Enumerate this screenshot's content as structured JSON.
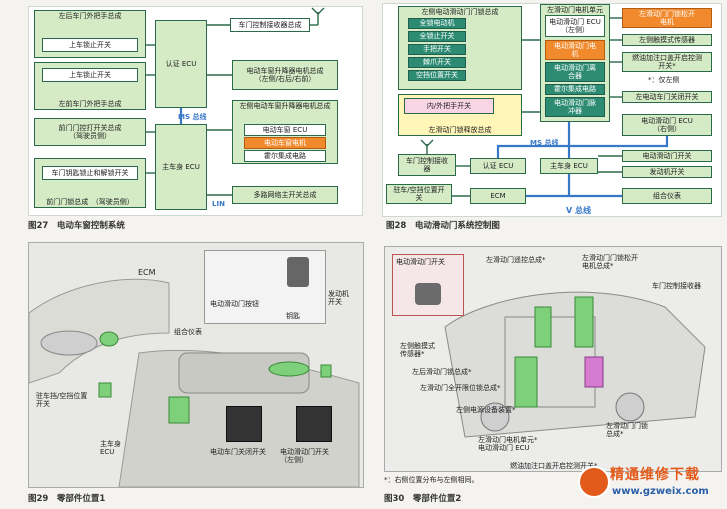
{
  "fig27": {
    "caption": "图27　电动车窗控制系统",
    "boxes": {
      "rr_outer_handle": "左后车门外把手总成",
      "rr_up_switch": "上车锁止开关",
      "lr_up_switch": "上车锁止开关",
      "lr_outer_handle": "左前车门外把手总成",
      "antenna_box": "车门控制接收器总成",
      "auth_ecu": "认证 ECU",
      "window_motor_right": "电动车窗升降器电机总成\n（左侧/右后/右前）",
      "window_motor_left_title": "左侧电动车窗升降器电机总成",
      "main_body_ecu": "主车身 ECU",
      "window_ecu": "电动车窗 ECU",
      "window_motor": "电动车窗电机",
      "hall_circuit": "霍尔集成电路",
      "master_switch_title": "前门门控打开关总成\n（驾驶员侧）",
      "lock_unlock_switch": "车门钥匙锁止和解锁开关",
      "door_lock_title": "前门门锁总成　（驾驶员侧）",
      "multiplex_switch": "多路网络主开关总成"
    },
    "bus_ms": "MS 总线",
    "bus_lin": "LIN"
  },
  "fig28": {
    "caption": "图28　电动滑动门系统控制图",
    "boxes": {
      "lock_title": "左侧电动滑动门门锁总成",
      "full_lock_motor": "全锁电动机",
      "full_lock_switch": "全锁止开关",
      "hand_switch": "手把开关",
      "pawl_switch": "棘爪开关",
      "half_switch": "空挡位置开关",
      "motor_unit_title": "左滑动门电机单元",
      "sd_ecu": "电动滑动门 ECU\n（左侧）",
      "sd_motor": "电动滑动门电\n机",
      "sd_clutch": "电动滑动门离\n合器",
      "hall_ic": "霍尔集成电路",
      "sd_pulse": "电动滑动门脉\n冲器",
      "release_motor": "左滑动门门锁松开\n电机",
      "touch_sensor": "左侧触摸式传感器",
      "fuel_switch": "燃油加注口盖开启控测\n开关*",
      "note_right": "*：仅左侧",
      "in_out_handle": "内/外把手开关",
      "release_title": "左滑动门锁释放总成",
      "close_switch": "左电动车门关闭开关",
      "sd_ecu_right": "电动滑动门 ECU\n（右侧）",
      "receiver": "车门控制接收\n器",
      "auth_ecu": "认证 ECU",
      "main_body_ecu": "主车身 ECU",
      "sd_switch": "电动滑动门开关",
      "engine_switch": "发动机开关",
      "shift_switch": "驻车/空挡位置开\n关",
      "ecm": "ECM",
      "combo_meter": "组合仪表"
    },
    "bus_ms": "MS 总线",
    "bus_v": "V 总线"
  },
  "fig29": {
    "caption": "图29　零部件位置1",
    "labels": {
      "ecm": "ECM",
      "inset_button": "电动滑动门按钮",
      "key": "钥匙",
      "combo": "组合仪表",
      "engine_switch": "发动机\n开关",
      "shift_switch": "驻车挡/空挡位置\n开关",
      "main_body_ecu": "主车身\nECU",
      "close_switch": "电动车门关闭开关",
      "sd_switch": "电动滑动门开关\n（左侧）"
    }
  },
  "fig30": {
    "caption": "图30　零部件位置2",
    "note": "*：右侧位置分布与左侧相同。",
    "labels": {
      "inset_switch": "电动滑动门开关",
      "remote_lock": "左滑动门遥控总成*",
      "release_motor": "左滑动门门锁松开\n电机总成*",
      "receiver": "车门控制接收器",
      "touch_sensor": "左侧触摸式\n传感器*",
      "rear_lock": "左后滑动门锁总成*",
      "full_open": "左滑动门全开限位锁总成*",
      "power_device": "左侧电源设备装置*",
      "lock_assy": "左滑动门门锁\n总成*",
      "motor_unit": "左滑动门电机单元*\n电动滑动门 ECU",
      "fuel_switch": "燃油加注口盖开启控测开关*"
    },
    "watermark_text": "精通维修下载",
    "watermark_url": "www.gzweix.com"
  }
}
